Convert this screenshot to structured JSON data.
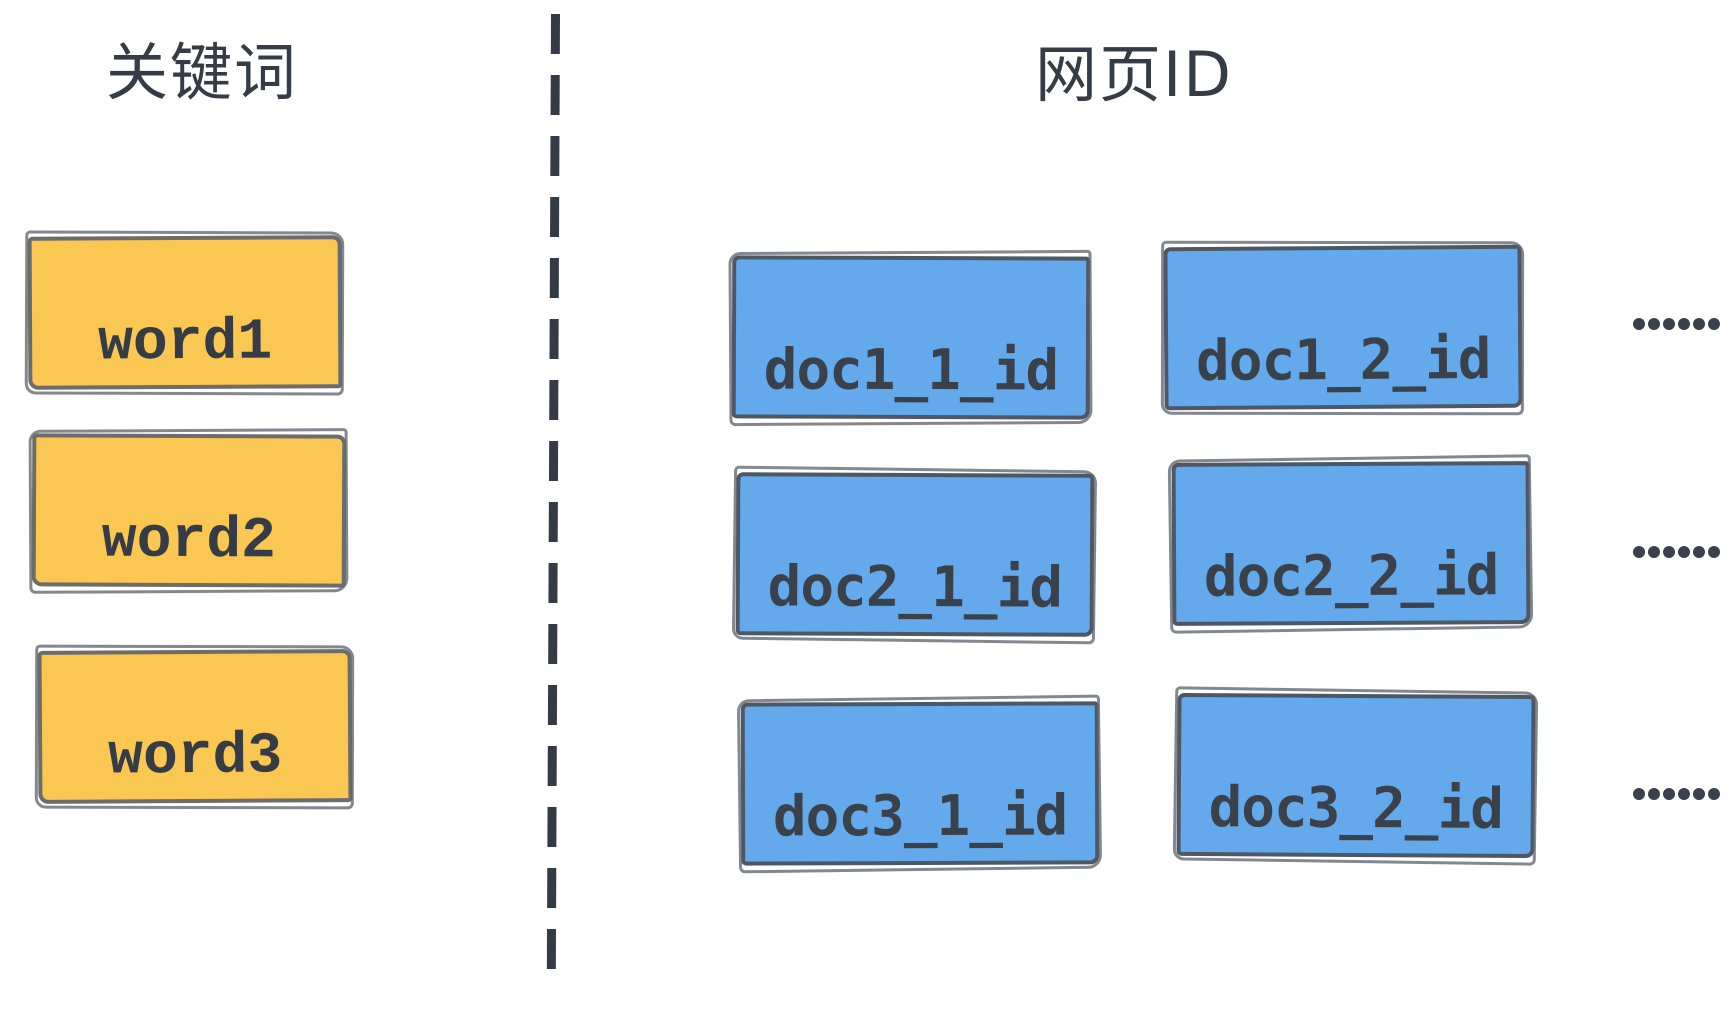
{
  "diagram": {
    "left_title": "关键词",
    "right_title": "网页ID",
    "keywords": [
      "word1",
      "word2",
      "word3"
    ],
    "rows": [
      {
        "docs": [
          "doc1_1_id",
          "doc1_2_id"
        ],
        "more": "……"
      },
      {
        "docs": [
          "doc2_1_id",
          "doc2_2_id"
        ],
        "more": "……"
      },
      {
        "docs": [
          "doc3_1_id",
          "doc3_2_id"
        ],
        "more": "……"
      }
    ],
    "colors": {
      "keyword_fill": "#F9C752",
      "keyword_stroke": "#6C6C6C",
      "doc_fill": "#64A9EB",
      "doc_stroke": "#4E5865",
      "text": "#353C46",
      "divider": "#353B45"
    }
  }
}
